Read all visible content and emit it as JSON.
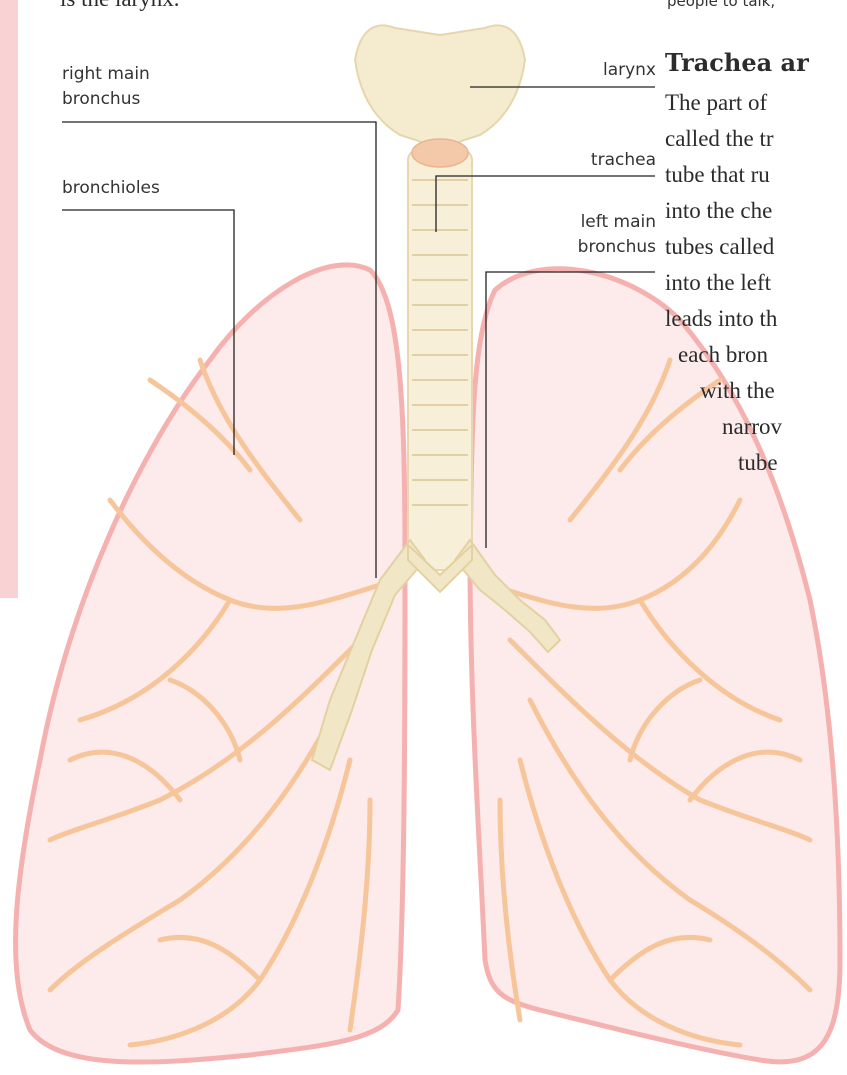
{
  "intro": {
    "text": "is the larynx."
  },
  "top_right": {
    "text": "people to talk,"
  },
  "labels": {
    "right_main_bronchus": [
      "right main",
      "bronchus"
    ],
    "bronchioles": "bronchioles",
    "larynx": "larynx",
    "trachea": "trachea",
    "left_main_bronchus": [
      "left main",
      "bronchus"
    ]
  },
  "section": {
    "heading": "Trachea ar",
    "lines": [
      "The part of",
      "called the tr",
      "tube that ru",
      "into the che",
      "tubes called",
      "into the left",
      "leads into th",
      "each bron",
      "with the",
      "narrov",
      "tube"
    ]
  },
  "colors": {
    "sidebar": "#f9d3d4",
    "lung_fill": "#fdeaea",
    "lung_outline": "#f4b1b0",
    "bronchiole": "#f6c69a",
    "cartilage": "#f1e6c5",
    "leader_line": "#222222"
  }
}
